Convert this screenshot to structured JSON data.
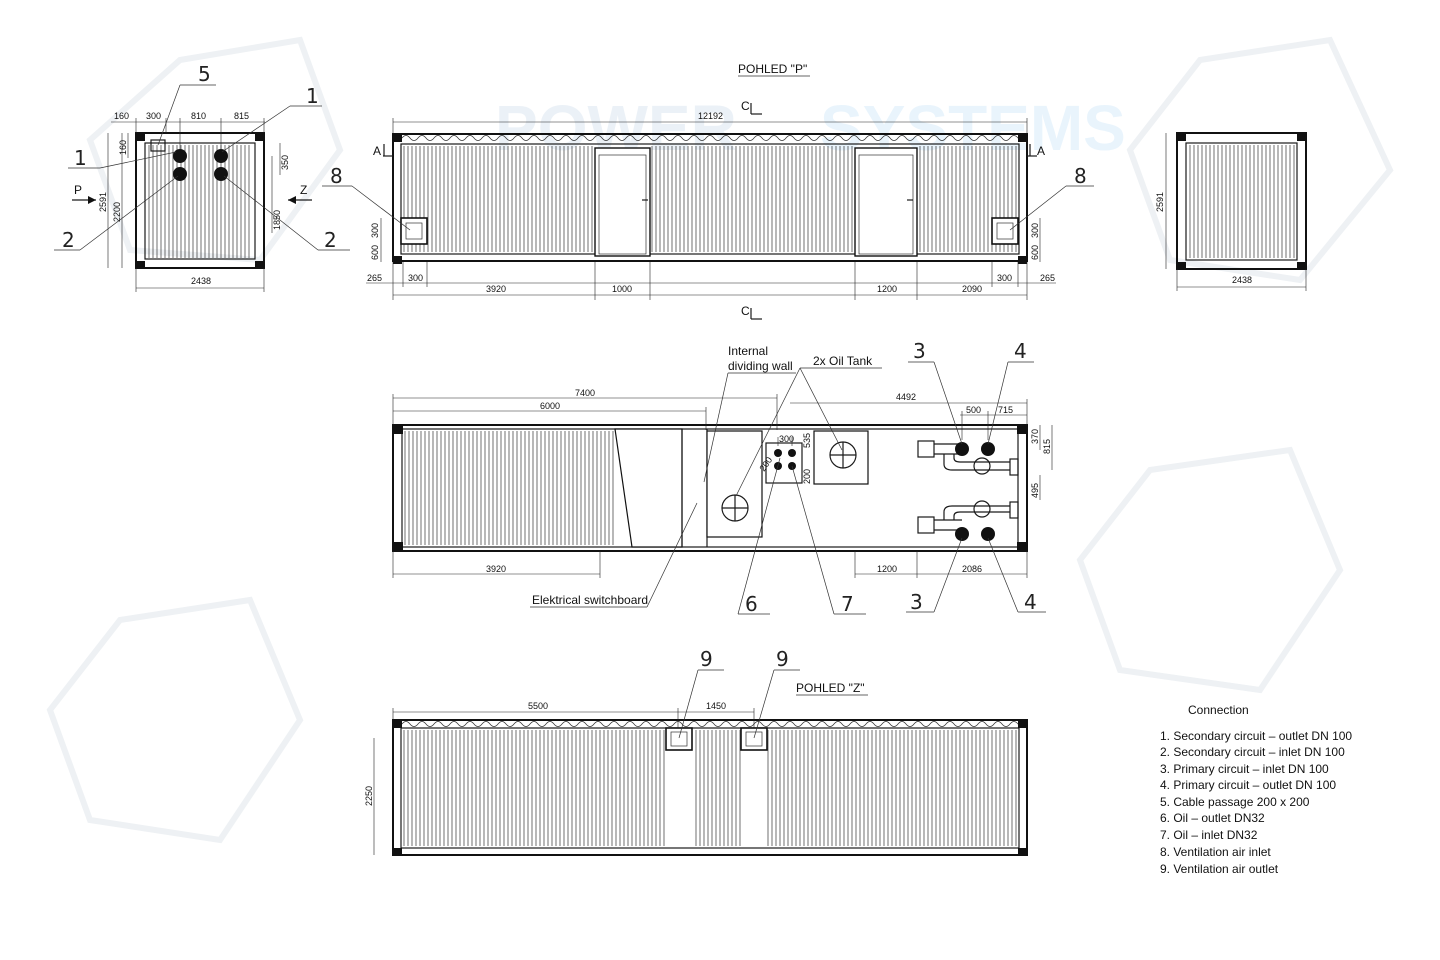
{
  "watermark": {
    "word1": "POWER",
    "word2": "SYSTEMS"
  },
  "views": {
    "front": {
      "title": "POHLED \"P\""
    },
    "back": {
      "title": "POHLED \"Z\""
    }
  },
  "section_marks": {
    "a": "A",
    "c": "C"
  },
  "side_arrows": {
    "p": "P",
    "z": "Z"
  },
  "dims": {
    "left_view": {
      "d160": "160",
      "d300": "300",
      "d810": "810",
      "d815": "815",
      "d160v": "160",
      "d350": "350",
      "d2591": "2591",
      "d2200": "2200",
      "d1850": "1850",
      "d2438": "2438"
    },
    "front_view": {
      "d12192": "12192",
      "d3920": "3920",
      "d1000": "1000",
      "d1200": "1200",
      "d2090": "2090",
      "d265l": "265",
      "d300l": "300",
      "d265r": "265",
      "d300r": "300",
      "d300vl": "300",
      "d600vl": "600",
      "d300vr": "300",
      "d600vr": "600"
    },
    "right_view": {
      "d2591": "2591",
      "d2438": "2438"
    },
    "plan_view": {
      "d7400": "7400",
      "d6000": "6000",
      "d4492": "4492",
      "d500": "500",
      "d715": "715",
      "d370": "370",
      "d815": "815",
      "d495": "495",
      "d300": "300",
      "d535": "535",
      "d200": "200",
      "d3920": "3920",
      "d1200": "1200",
      "d2086": "2086",
      "d200x": "200"
    },
    "back_view": {
      "d5500": "5500",
      "d1450": "1450",
      "d2250": "2250"
    }
  },
  "plan_labels": {
    "internal_wall_l1": "Internal",
    "internal_wall_l2": "dividing wall",
    "oil_tank": "2x Oil Tank",
    "switchboard": "Elektrical switchboard"
  },
  "balloons": {
    "n1": "1",
    "n2": "2",
    "n3": "3",
    "n4": "4",
    "n5": "5",
    "n6": "6",
    "n7": "7",
    "n8": "8",
    "n9": "9"
  },
  "legend": {
    "title": "Connection",
    "items": [
      "1. Secondary circuit – outlet DN 100",
      "2. Secondary circuit – inlet DN 100",
      "3. Primary circuit – inlet DN 100",
      "4. Primary circuit – outlet DN 100",
      "5. Cable passage 200 x 200",
      "6. Oil – outlet DN32",
      "7. Oil – inlet DN32",
      "8. Ventilation air inlet",
      "9. Ventilation air outlet"
    ]
  }
}
